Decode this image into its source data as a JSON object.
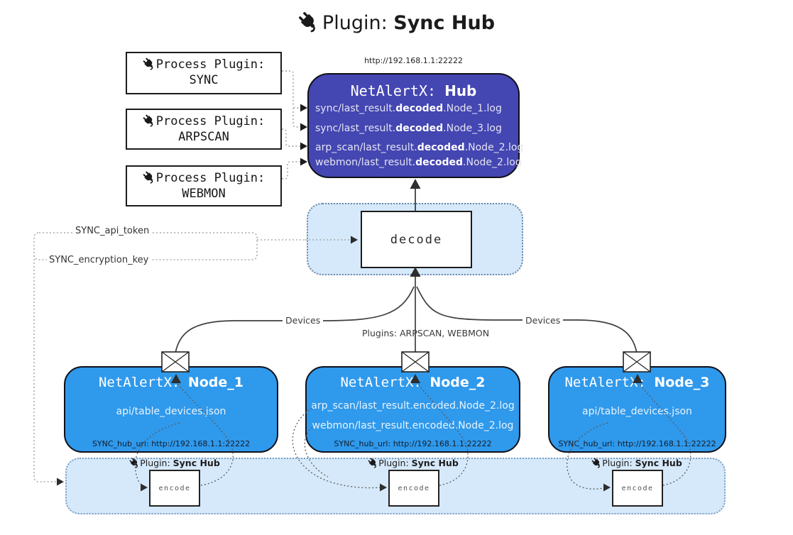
{
  "title": {
    "prefix": "Plugin: ",
    "name": "Sync Hub"
  },
  "hub": {
    "url": "http://192.168.1.1:22222",
    "title_prefix": "NetAlertX: ",
    "title_name": "Hub",
    "logs": [
      {
        "pre": "sync/last_result.",
        "mid": "decoded",
        "post": ".Node_1.log"
      },
      {
        "pre": "sync/last_result.",
        "mid": "decoded",
        "post": ".Node_3.log"
      },
      {
        "pre": "arp_scan/last_result.",
        "mid": "decoded",
        "post": ".Node_2.log"
      },
      {
        "pre": "webmon/last_result.",
        "mid": "decoded",
        "post": ".Node_2.log"
      }
    ]
  },
  "process_plugins": [
    {
      "label": "Process Plugin:",
      "name": "SYNC"
    },
    {
      "label": "Process Plugin:",
      "name": "ARPSCAN"
    },
    {
      "label": "Process Plugin:",
      "name": "WEBMON"
    }
  ],
  "decode": {
    "label": "decode"
  },
  "settings": {
    "api_token": "SYNC_api_token",
    "encryption_key": "SYNC_encryption_key"
  },
  "edges": {
    "devices_left": "Devices",
    "devices_right": "Devices",
    "plugins": "Plugins: ARPSCAN, WEBMON"
  },
  "nodes": [
    {
      "title_prefix": "NetAlertX: ",
      "title_name": "Node_1",
      "files": [
        "api/table_devices.json"
      ],
      "hub_url": "SYNC_hub_url: http://192.168.1.1:22222"
    },
    {
      "title_prefix": "NetAlertX: ",
      "title_name": "Node_2",
      "files": [
        "arp_scan/last_result.encoded.Node_2.log",
        "webmon/last_result.encoded.Node_2.log"
      ],
      "hub_url": "SYNC_hub_url: http://192.168.1.1:22222"
    },
    {
      "title_prefix": "NetAlertX: ",
      "title_name": "Node_3",
      "files": [
        "api/table_devices.json"
      ],
      "hub_url": "SYNC_hub_url: http://192.168.1.1:22222"
    }
  ],
  "encoders": [
    {
      "plugin_prefix": "Plugin: ",
      "plugin_name": "Sync Hub",
      "label": "encode"
    },
    {
      "plugin_prefix": "Plugin: ",
      "plugin_name": "Sync Hub",
      "label": "encode"
    },
    {
      "plugin_prefix": "Plugin: ",
      "plugin_name": "Sync Hub",
      "label": "encode"
    }
  ],
  "colors": {
    "hub_fill": "#4446B2",
    "node_fill": "#2F99EC",
    "container_fill": "#D6E9FA",
    "line": "#3f3f3f"
  }
}
